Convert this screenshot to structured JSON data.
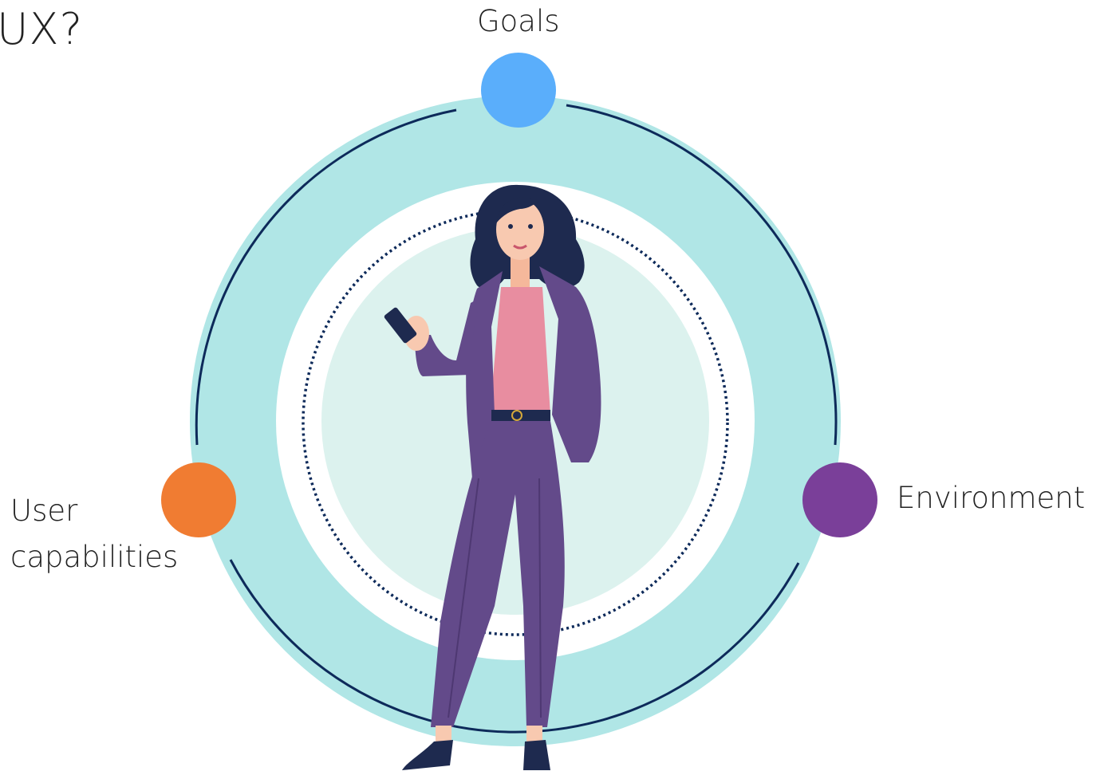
{
  "title": "UX?",
  "nodes": {
    "goals": {
      "label": "Goals",
      "color": "#5aaefb"
    },
    "environment": {
      "label": "Environment",
      "color": "#7a3f99"
    },
    "user_capabilities": {
      "label_line1": "User",
      "label_line2": "capabilities",
      "color": "#f07c32"
    }
  },
  "colors": {
    "outer_ring": "#b0e6e6",
    "inner_disc": "#dcf2ee",
    "ring_line": "#0d2a5a",
    "suit": "#634a8a",
    "top": "#e88da0",
    "hair": "#1e2a4f",
    "skin": "#f8c9b0"
  }
}
